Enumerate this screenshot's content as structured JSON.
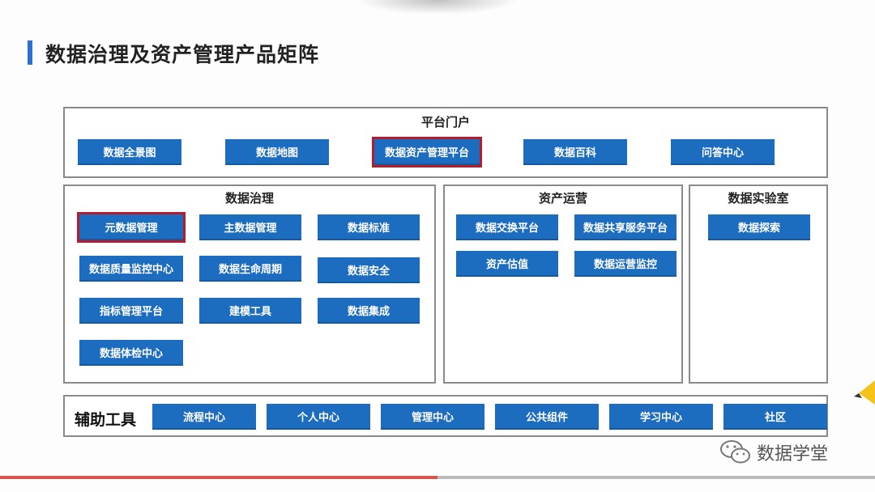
{
  "page": {
    "title": "数据治理及资产管理产品矩阵"
  },
  "portal": {
    "title": "平台门户",
    "items": [
      {
        "label": "数据全景图"
      },
      {
        "label": "数据地图"
      },
      {
        "label": "数据资产管理平台",
        "highlighted": true
      },
      {
        "label": "数据百科"
      },
      {
        "label": "问答中心"
      }
    ]
  },
  "governance": {
    "title": "数据治理",
    "items": [
      {
        "label": "元数据管理",
        "highlighted": true
      },
      {
        "label": "主数据管理"
      },
      {
        "label": "数据标准"
      },
      {
        "label": "数据质量监控中心"
      },
      {
        "label": "数据生命周期"
      },
      {
        "label": "数据安全"
      },
      {
        "label": "指标管理平台"
      },
      {
        "label": "建模工具"
      },
      {
        "label": "数据集成"
      },
      {
        "label": "数据体检中心"
      }
    ]
  },
  "operation": {
    "title": "资产运营",
    "items": [
      {
        "label": "数据交换平台"
      },
      {
        "label": "数据共享服务平台"
      },
      {
        "label": "资产估值"
      },
      {
        "label": "数据运营监控"
      }
    ]
  },
  "lab": {
    "title": "数据实验室",
    "items": [
      {
        "label": "数据探索"
      }
    ]
  },
  "aux": {
    "title": "辅助工具",
    "items": [
      {
        "label": "流程中心"
      },
      {
        "label": "个人中心"
      },
      {
        "label": "管理中心"
      },
      {
        "label": "公共组件"
      },
      {
        "label": "学习中心"
      },
      {
        "label": "社区"
      }
    ]
  },
  "watermark": {
    "text": "数据学堂",
    "icon": "wechat-icon"
  },
  "colors": {
    "button": "#1c6cbf",
    "highlight": "#b51d2c",
    "title_bar": "#2f6fd0"
  }
}
